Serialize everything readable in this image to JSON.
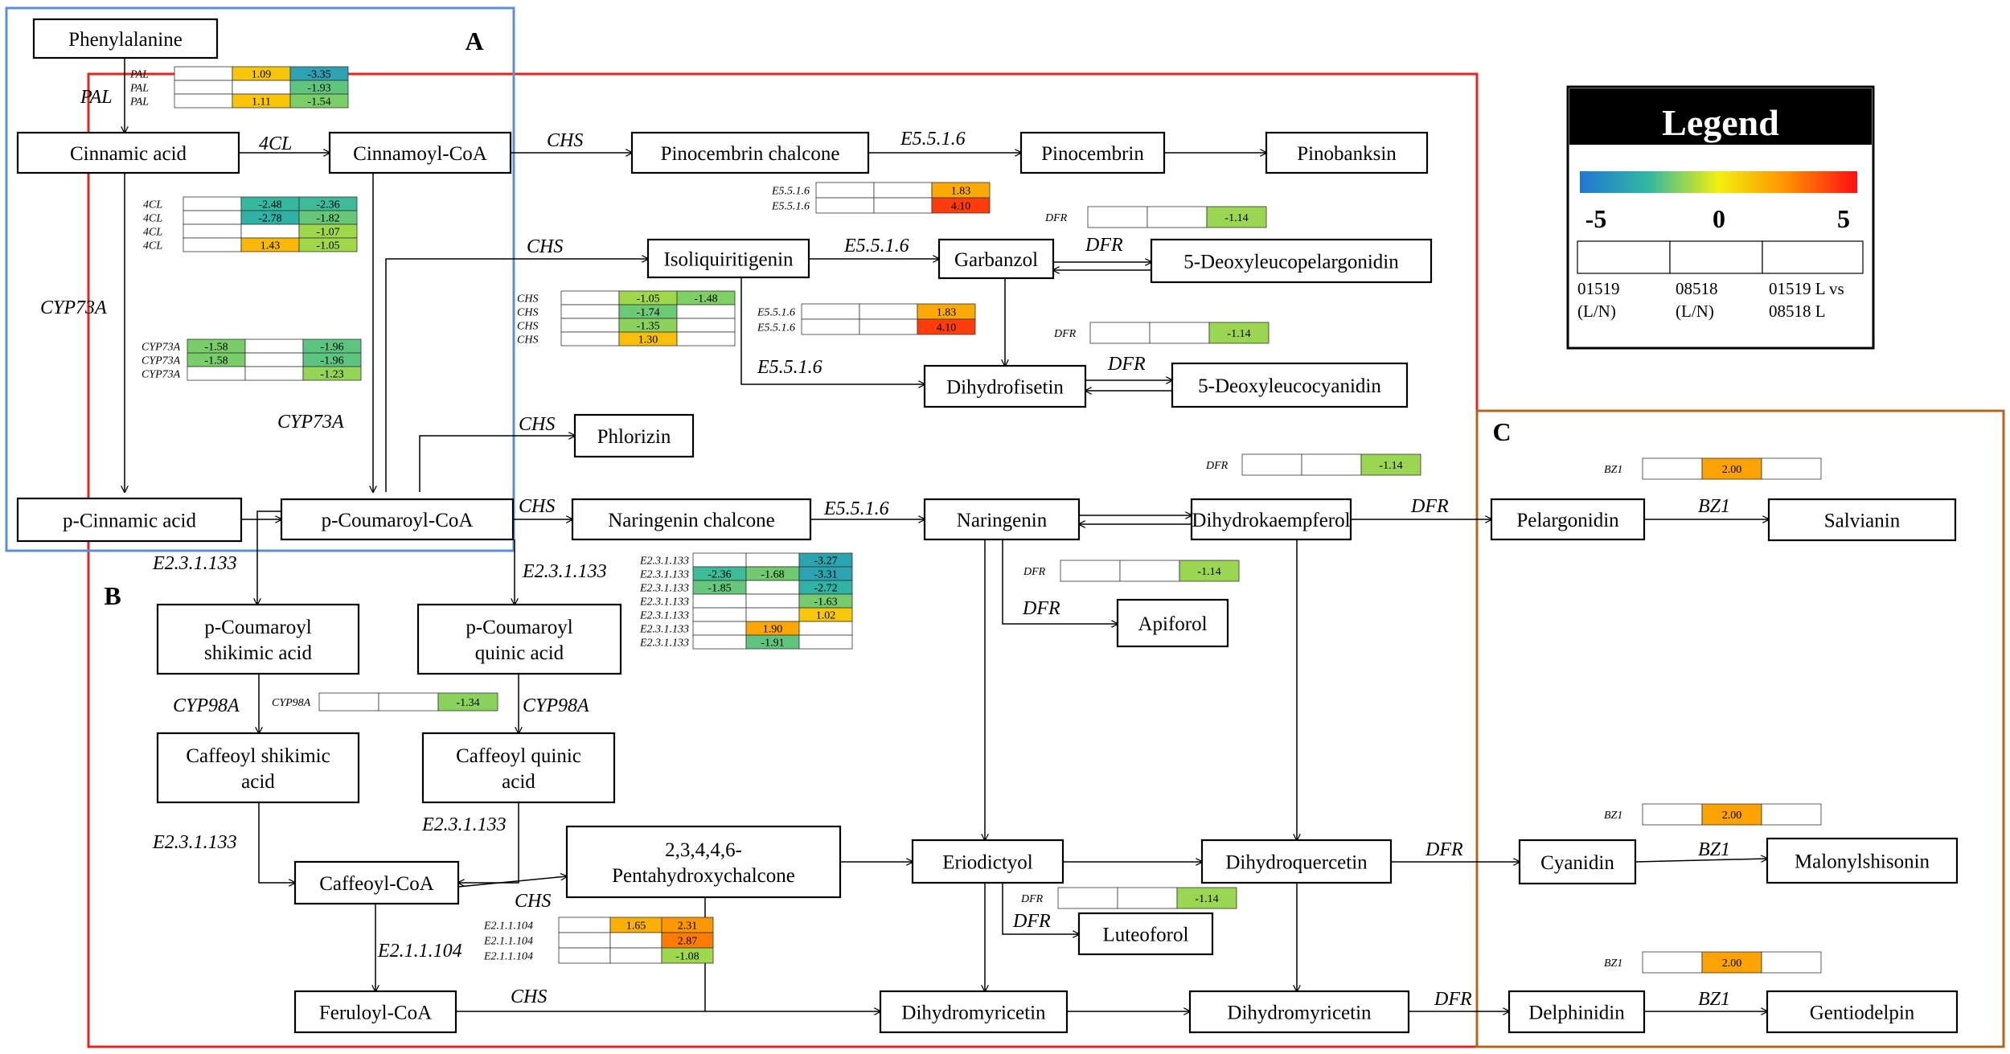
{
  "regions": [
    {
      "id": "A",
      "label": "A",
      "color": "#5b8fd6"
    },
    {
      "id": "B",
      "label": "B",
      "color": "#e8231c"
    },
    {
      "id": "C",
      "label": "C",
      "color": "#b5651d"
    }
  ],
  "legend": {
    "title": "Legend",
    "min_label": "-5",
    "mid_label": "0",
    "max_label": "5",
    "columns": [
      {
        "line1": "01519",
        "line2": "(L/N)"
      },
      {
        "line1": "08518",
        "line2": "(L/N)"
      },
      {
        "line1": "01519 L vs",
        "line2": "08518 L"
      }
    ]
  },
  "nodes": [
    {
      "id": "phenylalanine",
      "lines": [
        "Phenylalanine"
      ]
    },
    {
      "id": "cinnamic-acid",
      "lines": [
        "Cinnamic acid"
      ]
    },
    {
      "id": "cinnamoyl-coa",
      "lines": [
        "Cinnamoyl-CoA"
      ]
    },
    {
      "id": "pinocembrin-chalcone",
      "lines": [
        "Pinocembrin chalcone"
      ]
    },
    {
      "id": "pinocembrin",
      "lines": [
        "Pinocembrin"
      ]
    },
    {
      "id": "pinobanksin",
      "lines": [
        "Pinobanksin"
      ]
    },
    {
      "id": "isoliquiritigenin",
      "lines": [
        "Isoliquiritigenin"
      ]
    },
    {
      "id": "garbanzol",
      "lines": [
        "Garbanzol"
      ]
    },
    {
      "id": "deoxyleucopelargonidin",
      "lines": [
        "5-Deoxyleucopelargonidin"
      ]
    },
    {
      "id": "dihydrofisetin",
      "lines": [
        "Dihydrofisetin"
      ]
    },
    {
      "id": "deoxyleucocyanidin",
      "lines": [
        "5-Deoxyleucocyanidin"
      ]
    },
    {
      "id": "phlorizin",
      "lines": [
        "Phlorizin"
      ]
    },
    {
      "id": "p-cinnamic-acid",
      "lines": [
        "p-Cinnamic acid"
      ]
    },
    {
      "id": "p-coumaroyl-coa",
      "lines": [
        "p-Coumaroyl-CoA"
      ]
    },
    {
      "id": "naringenin-chalcone",
      "lines": [
        "Naringenin chalcone"
      ]
    },
    {
      "id": "naringenin",
      "lines": [
        "Naringenin"
      ]
    },
    {
      "id": "dihydrokaempferol",
      "lines": [
        "Dihydrokaempferol"
      ]
    },
    {
      "id": "pelargonidin",
      "lines": [
        "Pelargonidin"
      ]
    },
    {
      "id": "salvianin",
      "lines": [
        "Salvianin"
      ]
    },
    {
      "id": "p-coumaroyl-shikimic-acid",
      "lines": [
        "p-Coumaroyl",
        "shikimic acid"
      ]
    },
    {
      "id": "p-coumaroyl-quinic-acid",
      "lines": [
        "p-Coumaroyl",
        "quinic acid"
      ]
    },
    {
      "id": "apiforol",
      "lines": [
        "Apiforol"
      ]
    },
    {
      "id": "caffeoyl-shikimic-acid",
      "lines": [
        "Caffeoyl shikimic",
        "acid"
      ]
    },
    {
      "id": "caffeoyl-quinic-acid",
      "lines": [
        "Caffeoyl quinic",
        "acid"
      ]
    },
    {
      "id": "caffeoyl-coa",
      "lines": [
        "Caffeoyl-CoA"
      ]
    },
    {
      "id": "pentahydroxychalcone",
      "lines": [
        "2,3,4,4,6-",
        "Pentahydroxychalcone"
      ]
    },
    {
      "id": "eriodictyol",
      "lines": [
        "Eriodictyol"
      ]
    },
    {
      "id": "dihydroquercetin",
      "lines": [
        "Dihydroquercetin"
      ]
    },
    {
      "id": "cyanidin",
      "lines": [
        "Cyanidin"
      ]
    },
    {
      "id": "malonylshisonin",
      "lines": [
        "Malonylshisonin"
      ]
    },
    {
      "id": "luteoforol",
      "lines": [
        "Luteoforol"
      ]
    },
    {
      "id": "feruloyl-coa",
      "lines": [
        "Feruloyl-CoA"
      ]
    },
    {
      "id": "dihydromyricetin-1",
      "lines": [
        "Dihydromyricetin"
      ]
    },
    {
      "id": "dihydromyricetin-2",
      "lines": [
        "Dihydromyricetin"
      ]
    },
    {
      "id": "delphinidin",
      "lines": [
        "Delphinidin"
      ]
    },
    {
      "id": "gentiodelpin",
      "lines": [
        "Gentiodelpin"
      ]
    }
  ],
  "enzyme_labels": [
    {
      "id": "pal-main",
      "text": "PAL"
    },
    {
      "id": "4cl-main",
      "text": "4CL"
    },
    {
      "id": "chs-1",
      "text": "CHS"
    },
    {
      "id": "e5516-1",
      "text": "E5.5.1.6"
    },
    {
      "id": "chs-2",
      "text": "CHS"
    },
    {
      "id": "e5516-2",
      "text": "E5.5.1.6"
    },
    {
      "id": "dfr-1",
      "text": "DFR"
    },
    {
      "id": "cyp73a-1",
      "text": "CYP73A"
    },
    {
      "id": "cyp73a-2",
      "text": "CYP73A"
    },
    {
      "id": "e5516-3",
      "text": "E5.5.1.6"
    },
    {
      "id": "dfr-2",
      "text": "DFR"
    },
    {
      "id": "chs-3",
      "text": "CHS"
    },
    {
      "id": "chs-4",
      "text": "CHS"
    },
    {
      "id": "e5516-4",
      "text": "E5.5.1.6"
    },
    {
      "id": "dfr-3",
      "text": "DFR"
    },
    {
      "id": "bz1-1",
      "text": "BZ1"
    },
    {
      "id": "e231133-1",
      "text": "E2.3.1.133"
    },
    {
      "id": "e231133-2",
      "text": "E2.3.1.133"
    },
    {
      "id": "dfr-4",
      "text": "DFR"
    },
    {
      "id": "cyp98a-1",
      "text": "CYP98A"
    },
    {
      "id": "cyp98a-2",
      "text": "CYP98A"
    },
    {
      "id": "e231133-3",
      "text": "E2.3.1.133"
    },
    {
      "id": "e231133-4",
      "text": "E2.3.1.133"
    },
    {
      "id": "chs-5",
      "text": "CHS"
    },
    {
      "id": "dfr-5",
      "text": "DFR"
    },
    {
      "id": "bz1-2",
      "text": "BZ1"
    },
    {
      "id": "e211104",
      "text": "E2.1.1.104"
    },
    {
      "id": "dfr-6",
      "text": "DFR"
    },
    {
      "id": "chs-6",
      "text": "CHS"
    },
    {
      "id": "dfr-7",
      "text": "DFR"
    },
    {
      "id": "bz1-3",
      "text": "BZ1"
    }
  ],
  "heat_tables": [
    {
      "id": "pal",
      "rows": [
        {
          "label": "PAL",
          "cells": [
            null,
            1.09,
            -3.35
          ]
        },
        {
          "label": "PAL",
          "cells": [
            null,
            null,
            -1.93
          ]
        },
        {
          "label": "PAL",
          "cells": [
            null,
            1.11,
            -1.54
          ]
        }
      ]
    },
    {
      "id": "4cl",
      "rows": [
        {
          "label": "4CL",
          "cells": [
            null,
            -2.48,
            -2.36
          ]
        },
        {
          "label": "4CL",
          "cells": [
            null,
            -2.78,
            -1.82
          ]
        },
        {
          "label": "4CL",
          "cells": [
            null,
            null,
            -1.07
          ]
        },
        {
          "label": "4CL",
          "cells": [
            null,
            1.43,
            -1.05
          ]
        }
      ]
    },
    {
      "id": "cyp73a",
      "rows": [
        {
          "label": "CYP73A",
          "cells": [
            -1.58,
            null,
            -1.96
          ]
        },
        {
          "label": "CYP73A",
          "cells": [
            -1.58,
            null,
            -1.96
          ]
        },
        {
          "label": "CYP73A",
          "cells": [
            null,
            null,
            -1.23
          ]
        }
      ]
    },
    {
      "id": "e5516-a",
      "rows": [
        {
          "label": "E5.5.1.6",
          "cells": [
            null,
            null,
            1.83
          ]
        },
        {
          "label": "E5.5.1.6",
          "cells": [
            null,
            null,
            4.1
          ]
        }
      ]
    },
    {
      "id": "dfr-a",
      "rows": [
        {
          "label": "DFR",
          "cells": [
            null,
            null,
            -1.14
          ]
        }
      ]
    },
    {
      "id": "chs",
      "rows": [
        {
          "label": "CHS",
          "cells": [
            null,
            -1.05,
            -1.48
          ]
        },
        {
          "label": "CHS",
          "cells": [
            null,
            -1.74,
            null
          ]
        },
        {
          "label": "CHS",
          "cells": [
            null,
            -1.35,
            null
          ]
        },
        {
          "label": "CHS",
          "cells": [
            null,
            1.3,
            null
          ]
        }
      ]
    },
    {
      "id": "e5516-b",
      "rows": [
        {
          "label": "E5.5.1.6",
          "cells": [
            null,
            null,
            1.83
          ]
        },
        {
          "label": "E5.5.1.6",
          "cells": [
            null,
            null,
            4.1
          ]
        }
      ]
    },
    {
      "id": "dfr-b",
      "rows": [
        {
          "label": "DFR",
          "cells": [
            null,
            null,
            -1.14
          ]
        }
      ]
    },
    {
      "id": "dfr-c",
      "rows": [
        {
          "label": "DFR",
          "cells": [
            null,
            null,
            -1.14
          ]
        }
      ]
    },
    {
      "id": "bz1-a",
      "rows": [
        {
          "label": "BZ1",
          "cells": [
            null,
            2.0,
            null
          ]
        }
      ]
    },
    {
      "id": "e231133",
      "rows": [
        {
          "label": "E2.3.1.133",
          "cells": [
            null,
            null,
            -3.27
          ]
        },
        {
          "label": "E2.3.1.133",
          "cells": [
            -2.36,
            -1.68,
            -3.31
          ]
        },
        {
          "label": "E2.3.1.133",
          "cells": [
            -1.85,
            null,
            -2.72
          ]
        },
        {
          "label": "E2.3.1.133",
          "cells": [
            null,
            null,
            -1.63
          ]
        },
        {
          "label": "E2.3.1.133",
          "cells": [
            null,
            null,
            1.02
          ]
        },
        {
          "label": "E2.3.1.133",
          "cells": [
            null,
            1.9,
            null
          ]
        },
        {
          "label": "E2.3.1.133",
          "cells": [
            null,
            -1.91,
            null
          ]
        }
      ]
    },
    {
      "id": "dfr-d",
      "rows": [
        {
          "label": "DFR",
          "cells": [
            null,
            null,
            -1.14
          ]
        }
      ]
    },
    {
      "id": "cyp98a",
      "rows": [
        {
          "label": "CYP98A",
          "cells": [
            null,
            null,
            -1.34
          ]
        }
      ]
    },
    {
      "id": "bz1-b",
      "rows": [
        {
          "label": "BZ1",
          "cells": [
            null,
            2.0,
            null
          ]
        }
      ]
    },
    {
      "id": "dfr-e",
      "rows": [
        {
          "label": "DFR",
          "cells": [
            null,
            null,
            -1.14
          ]
        }
      ]
    },
    {
      "id": "e211104",
      "rows": [
        {
          "label": "E2.1.1.104",
          "cells": [
            null,
            1.65,
            2.31
          ]
        },
        {
          "label": "E2.1.1.104",
          "cells": [
            null,
            null,
            2.87
          ]
        },
        {
          "label": "E2.1.1.104",
          "cells": [
            null,
            null,
            -1.08
          ]
        }
      ]
    },
    {
      "id": "bz1-c",
      "rows": [
        {
          "label": "BZ1",
          "cells": [
            null,
            2.0,
            null
          ]
        }
      ]
    }
  ]
}
